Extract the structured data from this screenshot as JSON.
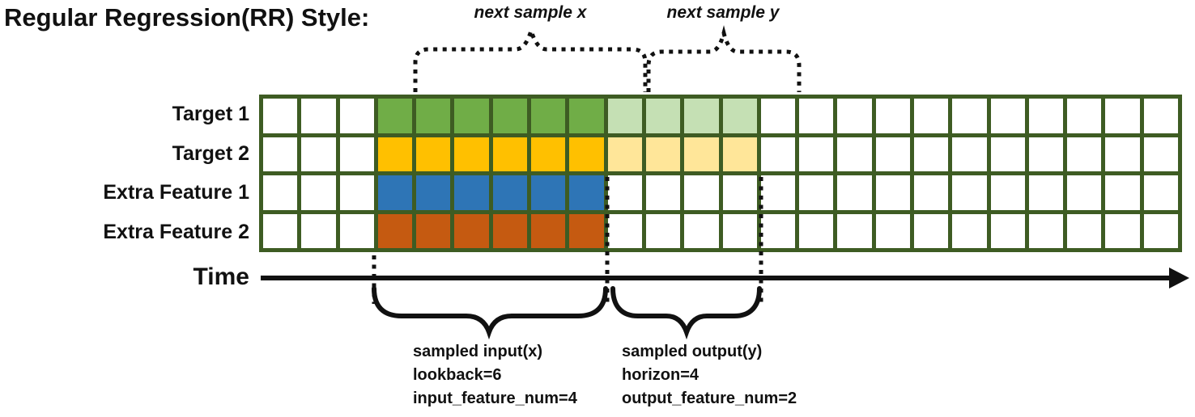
{
  "title": "Regular Regression(RR) Style:",
  "colors": {
    "grid_border": "#3E5C23",
    "annotation_ink": "#111111",
    "target1_solid": "#70AD47",
    "target1_light": "#C5E0B4",
    "target2_solid": "#FFC000",
    "target2_light": "#FFE699",
    "extra_feature1_solid": "#2E75B6",
    "extra_feature2_solid": "#C55A11",
    "empty_cell": "#FFFFFF"
  },
  "grid": {
    "columns": 24,
    "rows": [
      {
        "label": "Target 1",
        "solid_color": "#70AD47",
        "solid_range": [
          3,
          8
        ],
        "light_color": "#C5E0B4",
        "light_range": [
          9,
          12
        ]
      },
      {
        "label": "Target 2",
        "solid_color": "#FFC000",
        "solid_range": [
          3,
          8
        ],
        "light_color": "#FFE699",
        "light_range": [
          9,
          12
        ]
      },
      {
        "label": "Extra Feature 1",
        "solid_color": "#2E75B6",
        "solid_range": [
          3,
          8
        ],
        "light_color": null,
        "light_range": null
      },
      {
        "label": "Extra Feature 2",
        "solid_color": "#C55A11",
        "solid_range": [
          3,
          8
        ],
        "light_color": null,
        "light_range": null
      }
    ]
  },
  "annotations": {
    "next_sample_x": "next sample x",
    "next_sample_y": "next sample y",
    "time_label": "Time",
    "sampled_input": {
      "lines": [
        "sampled input(x)",
        "lookback=6",
        "input_feature_num=4"
      ]
    },
    "sampled_output": {
      "lines": [
        "sampled output(y)",
        "horizon=4",
        "output_feature_num=2"
      ]
    }
  }
}
